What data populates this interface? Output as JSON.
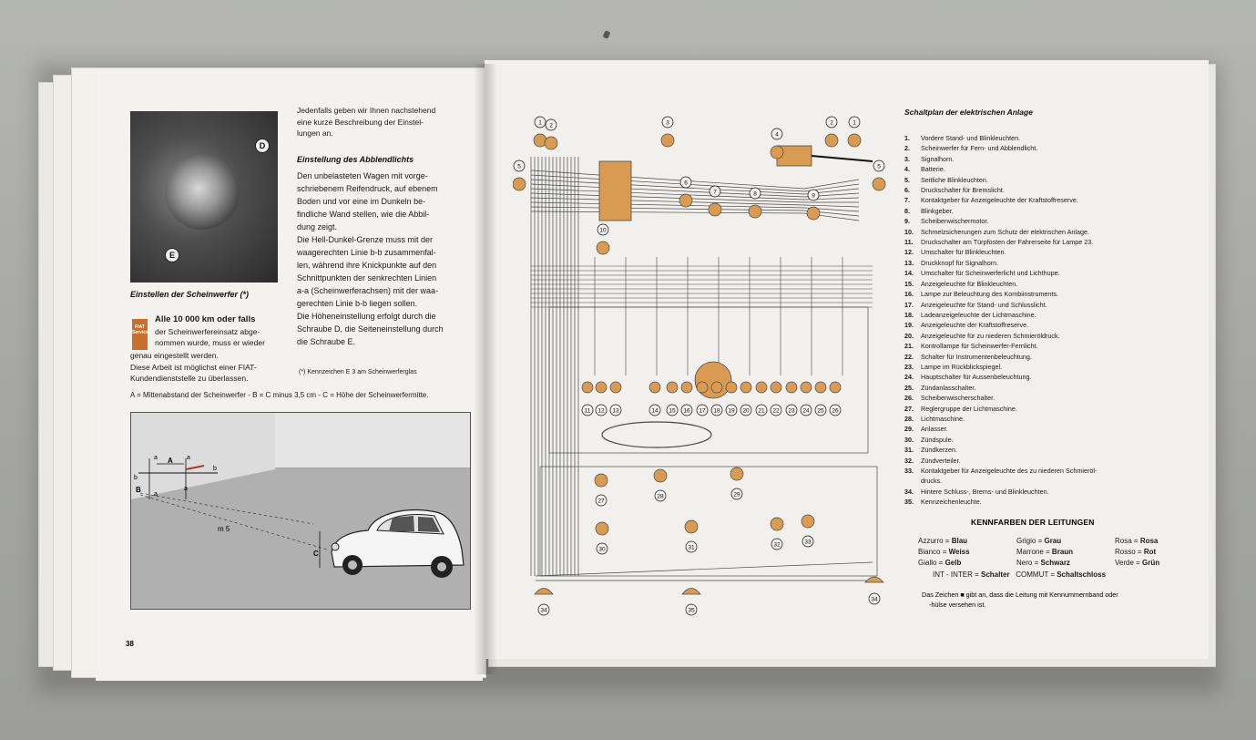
{
  "left_page": {
    "intro_paragraph": [
      "Jedenfalls geben wir Ihnen nachstehend",
      "eine kurze Beschreibung der Einstel-",
      "lungen an."
    ],
    "section_heading": "Einstellung des Abblendlichts",
    "main_paragraph": [
      "Den unbelasteten Wagen mit vorge-",
      "schriebenem Reifendruck, auf ebenem",
      "Boden und vor eine im Dunkeln be-",
      "findliche Wand stellen, wie die Abbil-",
      "dung zeigt.",
      "Die Hell-Dunkel-Grenze muss mit der",
      "waagerechten Linie b-b zusammenfal-",
      "len, während ihre Knickpunkte auf den",
      "Schnittpunkten der senkrechten Linien",
      "a-a (Scheinwerferachsen) mit der waa-",
      "gerechten Linie b-b liegen sollen.",
      "Die Höheneinstellung erfolgt durch die",
      "Schraube D, die Seiteneinstellung durch",
      "die Schraube E."
    ],
    "photo_callouts": [
      "D",
      "E"
    ],
    "photo_caption": "Einstellen der Scheinwerfer (*)",
    "fiat_badge": "FIAT Service",
    "caption_lines": [
      "Alle 10 000 km oder falls",
      "der Scheinwerfereinsatz abge-",
      "nommen wurde, muss er wieder",
      "genau eingestellt werden.",
      "Diese Arbeit ist möglichst einer FIAT-",
      "Kundendienststelle zu überlassen."
    ],
    "footnote": "(*) Kennzeichen E 3 am Scheinwerferglas",
    "formula": "A = Mittenabstand der Scheinwerfer - B = C minus 3,5 cm - C = Höhe der Scheinwerfermitte.",
    "diagram_labels": [
      "a",
      "A",
      "a",
      "b",
      "b",
      "B",
      "a",
      "a",
      "m 5",
      "C"
    ],
    "page_number": "38"
  },
  "right_page": {
    "schematic": {
      "wire_color": "#4a4a4a",
      "component_color": "#d99a52",
      "numbers": [
        "1",
        "2",
        "3",
        "4",
        "5",
        "6",
        "7",
        "8",
        "9",
        "10",
        "11",
        "12",
        "13",
        "14",
        "15",
        "16",
        "17",
        "18",
        "19",
        "20",
        "21",
        "22",
        "23",
        "24",
        "25",
        "26",
        "27",
        "28",
        "29",
        "30",
        "31",
        "32",
        "33",
        "34",
        "35"
      ]
    },
    "list_title": "Schaltplan der elektrischen Anlage",
    "list": [
      {
        "n": "1.",
        "t": "Vordere Stand- und Blinkleuchten."
      },
      {
        "n": "2.",
        "t": "Scheinwerfer für Fern- und Abblendlicht."
      },
      {
        "n": "3.",
        "t": "Signalhorn."
      },
      {
        "n": "4.",
        "t": "Batterie."
      },
      {
        "n": "5.",
        "t": "Seitliche Blinkleuchten."
      },
      {
        "n": "6.",
        "t": "Druckschalter für Bremslicht."
      },
      {
        "n": "7.",
        "t": "Kontaktgeber für Anzeigeleuchte der Kraftstoffreserve."
      },
      {
        "n": "8.",
        "t": "Blinkgeber."
      },
      {
        "n": "9.",
        "t": "Scheibenwischermotor."
      },
      {
        "n": "10.",
        "t": "Schmelzsicherungen zum Schutz der elektrischen Anlage."
      },
      {
        "n": "11.",
        "t": "Druckschalter am Türpfosten der Fahrerseite für Lampe 23."
      },
      {
        "n": "12.",
        "t": "Umschalter für Blinkleuchten."
      },
      {
        "n": "13.",
        "t": "Druckknopf für Signalhorn."
      },
      {
        "n": "14.",
        "t": "Umschalter für Scheinwerferlicht und Lichthupe."
      },
      {
        "n": "15.",
        "t": "Anzeigeleuchte für Blinkleuchten."
      },
      {
        "n": "16.",
        "t": "Lampe zur Beleuchtung des Kombiinstruments."
      },
      {
        "n": "17.",
        "t": "Anzeigeleuchte für Stand- und Schlusslicht."
      },
      {
        "n": "18.",
        "t": "Ladeanzeigeleuchte der Lichtmaschine."
      },
      {
        "n": "19.",
        "t": "Anzeigeleuchte der Kraftstoffreserve."
      },
      {
        "n": "20.",
        "t": "Anzeigeleuchte für zu niederen Schmieröldruck."
      },
      {
        "n": "21.",
        "t": "Kontrollampe für Scheinwerfer-Fernlicht."
      },
      {
        "n": "22.",
        "t": "Schalter für Instrumentenbeleuchtung."
      },
      {
        "n": "23.",
        "t": "Lampe im Rückblickspiegel."
      },
      {
        "n": "24.",
        "t": "Hauptschalter für Aussenbeleuchtung."
      },
      {
        "n": "25.",
        "t": "Zündanlasschalter."
      },
      {
        "n": "26.",
        "t": "Scheibenwischerschalter."
      },
      {
        "n": "27.",
        "t": "Reglergruppe der Lichtmaschine."
      },
      {
        "n": "28.",
        "t": "Lichtmaschine."
      },
      {
        "n": "29.",
        "t": "Anlasser."
      },
      {
        "n": "30.",
        "t": "Zündspule."
      },
      {
        "n": "31.",
        "t": "Zündkerzen."
      },
      {
        "n": "32.",
        "t": "Zündverteiler."
      },
      {
        "n": "33.",
        "t": "Kontaktgeber für Anzeigeleuchte des zu niederen Schmieröl-",
        "t2": "drucks."
      },
      {
        "n": "34.",
        "t": "Hintere Schluss-, Brems- und Blinkleuchten."
      },
      {
        "n": "35.",
        "t": "Kennzeichenleuchte."
      }
    ],
    "kennfarben_title": "KENNFARBEN DER LEITUNGEN",
    "colors": [
      [
        {
          "it": "Azzurro",
          "de": "Blau"
        },
        {
          "it": "Grigio",
          "de": "Grau"
        },
        {
          "it": "Rosa",
          "de": "Rosa"
        }
      ],
      [
        {
          "it": "Bianco",
          "de": "Weiss"
        },
        {
          "it": "Marrone",
          "de": "Braun"
        },
        {
          "it": "Rosso",
          "de": "Rot"
        }
      ],
      [
        {
          "it": "Giallo",
          "de": "Gelb"
        },
        {
          "it": "Nero",
          "de": "Schwarz"
        },
        {
          "it": "Verde",
          "de": "Grün"
        }
      ]
    ],
    "abbrev_line": {
      "a": "INT - INTER",
      "b": "Schalter",
      "c": "COMMUT",
      "d": "Schaltschloss"
    },
    "note_lines": [
      "Das Zeichen ■ gibt an, dass die Leitung mit Kennummernband oder",
      "-hülse versehen ist."
    ]
  }
}
